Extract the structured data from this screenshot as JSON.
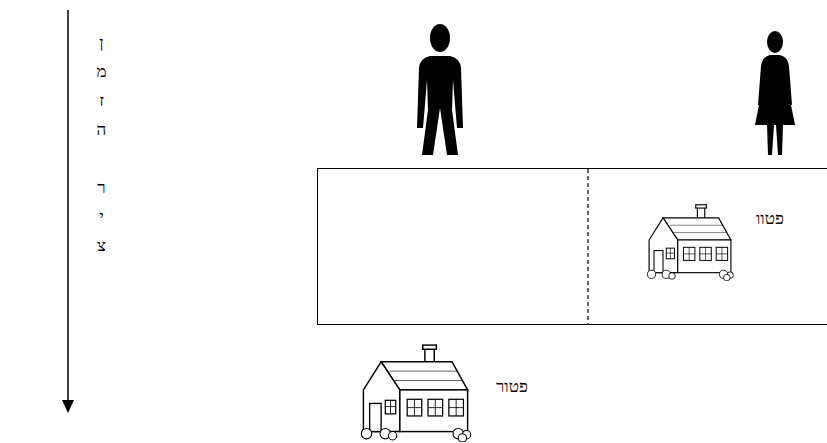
{
  "diagram": {
    "nodes": [
      {
        "text": [
          "פטוו"
        ]
      }
    ],
    "labels": [
      "ציר הזמן",
      "פטור"
    ]
  }
}
